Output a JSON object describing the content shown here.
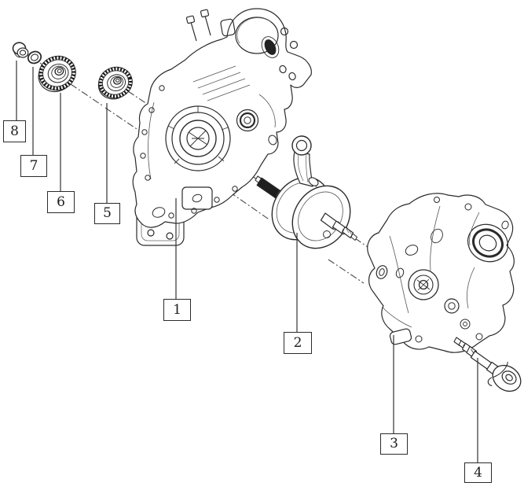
{
  "diagram": {
    "background": "#ffffff",
    "line_color": "#2b2b2b",
    "secondary_line_color": "#555555",
    "dark_fill": "#1c1c1c",
    "callouts": [
      {
        "label": "1"
      },
      {
        "label": "2"
      },
      {
        "label": "3"
      },
      {
        "label": "4"
      },
      {
        "label": "5"
      },
      {
        "label": "6"
      },
      {
        "label": "7"
      },
      {
        "label": "8"
      }
    ]
  }
}
